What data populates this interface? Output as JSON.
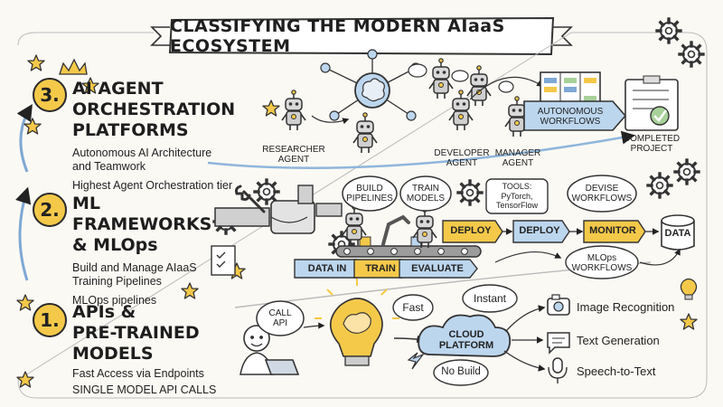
{
  "title": "CLASSIFYING THE MODERN AIaaS ECOSYSTEM",
  "tiers": [
    {
      "number": "3.",
      "title_line1": "AI AGENT ORCHESTRATION",
      "title_line2": "PLATFORMS",
      "sub_line1": "Autonomous AI Architecture",
      "sub_line2": "and Teamwork",
      "sub_line3": "Highest Agent Orchestration tier"
    },
    {
      "number": "2.",
      "title_line1": "ML FRAMEWORKS",
      "title_line2": "& MLOps",
      "sub_line1": "Build and Manage AIaaS",
      "sub_line2": "Training Pipelines",
      "sub_line3": "MLOps pipelines"
    },
    {
      "number": "1.",
      "title_line1": "APIs &",
      "title_line2": "PRE-TRAINED",
      "title_line3": "MODELS",
      "sub_line1": "Fast Access via Endpoints",
      "sub_line2": "SINGLE MODEL API CALLS"
    }
  ],
  "agents": {
    "researcher_l1": "RESEARCHER",
    "researcher_l2": "AGENT",
    "developer_l1": "DEVELOPER",
    "developer_l2": "AGENT",
    "manager_l1": "MANAGER",
    "manager_l2": "AGENT",
    "autonomous_l1": "AUTONOMOUS",
    "autonomous_l2": "WORKFLOWS",
    "completed_l1": "COMPLETED",
    "completed_l2": "PROJECT"
  },
  "mlops": {
    "build_l1": "BUILD",
    "build_l2": "PIPELINES",
    "train_l1": "TRAIN",
    "train_l2": "MODELS",
    "tools_l1": "TOOLS:",
    "tools_l2": "PyTorch,",
    "tools_l3": "TensorFlow",
    "devise_l1": "DEVISE",
    "devise_l2": "WORKFLOWS",
    "data_in": "DATA IN",
    "train": "TRAIN",
    "evaluate": "EVALUATE",
    "deploy_belt": "DEPLOY",
    "deploy": "DEPLOY",
    "monitor": "MONITOR",
    "data": "DATA",
    "mlops_wf_l1": "MLOps",
    "mlops_wf_l2": "WORKFLOWS"
  },
  "api": {
    "call_l1": "CALL",
    "call_l2": "API",
    "fast": "Fast",
    "instant": "Instant",
    "cloud_l1": "CLOUD",
    "cloud_l2": "PLATFORM",
    "no_build": "No Build",
    "outputs": [
      "Image Recognition",
      "Text Generation",
      "Speech-to-Text"
    ]
  },
  "colors": {
    "yellow": "#f4c94a",
    "blue": "#bcd6ee",
    "ink": "#222222"
  },
  "icons": [
    "star-icon",
    "crown-icon",
    "gear-icon",
    "robot-icon",
    "brain-icon",
    "laptop-icon",
    "camera-icon",
    "chat-icon",
    "microphone-icon",
    "lightbulb-icon",
    "clipboard-icon",
    "database-icon",
    "checkmark-icon",
    "cloud-icon"
  ]
}
